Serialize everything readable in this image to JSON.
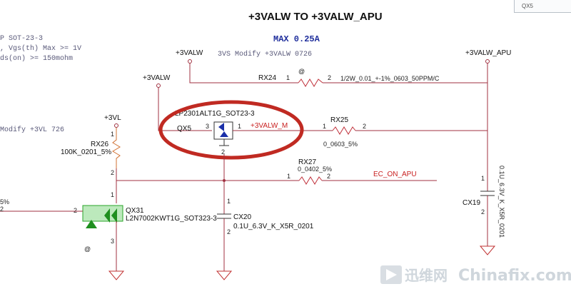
{
  "title": "+3VALW TO +3VALW_APU",
  "max_current": "MAX 0.25A",
  "corner_label": "QX5",
  "left_notes": [
    "P SOT-23-3",
    ", Vgs(th) Max >= 1V",
    "ds(on) >= 150mohm"
  ],
  "modify_note": "Modify +3VL 726",
  "vs_modify_note": "3VS Modify +3VALW 0726",
  "left_fragment_top": "5%",
  "left_fragment_bottom": "2",
  "nets": {
    "p3valw_top": "+3VALW",
    "p3valw_left": "+3VALW",
    "p3valw_apu": "+3VALW_APU",
    "p3vl": "+3VL",
    "p3valw_m": "+3VALW_M",
    "ec_on_apu": "EC_ON_APU"
  },
  "components": {
    "rx24": {
      "ref": "RX24",
      "value": "1/2W_0.01_+-1%_0603_50PPM/C",
      "pin1": "1",
      "pin2": "2",
      "mark": "@"
    },
    "rx25": {
      "ref": "RX25",
      "value": "0_0603_5%",
      "pin1": "1",
      "pin2": "2"
    },
    "rx26": {
      "ref": "RX26",
      "value": "100K_0201_5%",
      "pin1": "1",
      "pin2": "2"
    },
    "rx27": {
      "ref": "RX27",
      "value": "0_0402_5%",
      "pin1": "1",
      "pin2": "2"
    },
    "qx5": {
      "ref": "QX5",
      "part": "LP2301ALT1G_SOT23-3",
      "pin3": "3",
      "pin1": "1",
      "pin2": "2"
    },
    "qx31": {
      "ref": "QX31",
      "part": "L2N7002KWT1G_SOT323-3",
      "pin1": "1",
      "pin2": "2",
      "pin3": "3",
      "mark": "@"
    },
    "cx20": {
      "ref": "CX20",
      "value": "0.1U_6.3V_K_X5R_0201",
      "pin1": "1",
      "pin2": "2"
    },
    "cx19": {
      "ref": "CX19",
      "value": "0.1U_6.3V_K_X5R_0201",
      "pin1": "1",
      "pin2": "2"
    }
  },
  "watermark": {
    "cn": "迅维网",
    "en": "Chinafix.com"
  },
  "colors": {
    "highlight_ellipse": "#c02a22",
    "wire": "#a03040",
    "title_blue": "#1f2e9c",
    "mosfet_fill": "#1a2fa8",
    "qx31_fill": "#2aa52a"
  }
}
